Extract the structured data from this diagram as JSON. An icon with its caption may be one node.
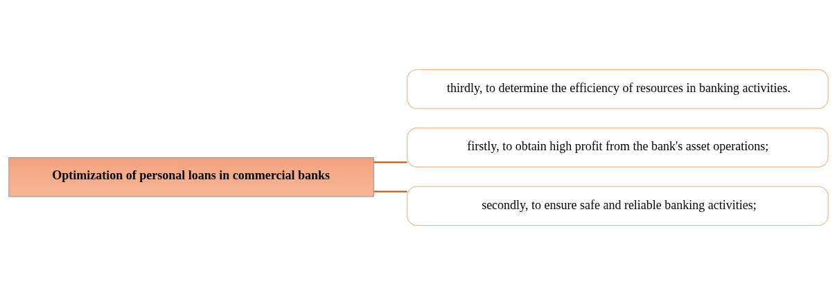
{
  "diagram": {
    "nodes": [
      {
        "text": [
          "Optimization of personal loans in commercial banks"
        ]
      },
      {
        "text": [
          "firstly, to obtain high profit from the bank's asset operations;"
        ]
      },
      {
        "text": [
          "secondly, to ensure safe and reliable banking activities;"
        ]
      },
      {
        "text": [
          "thirdly, to determine the efficiency of resources in banking activities."
        ]
      }
    ],
    "edges": [
      {
        "from": 0,
        "to": 1,
        "arrow": "none"
      },
      {
        "from": 0,
        "to": 2,
        "arrow": "none"
      }
    ]
  }
}
